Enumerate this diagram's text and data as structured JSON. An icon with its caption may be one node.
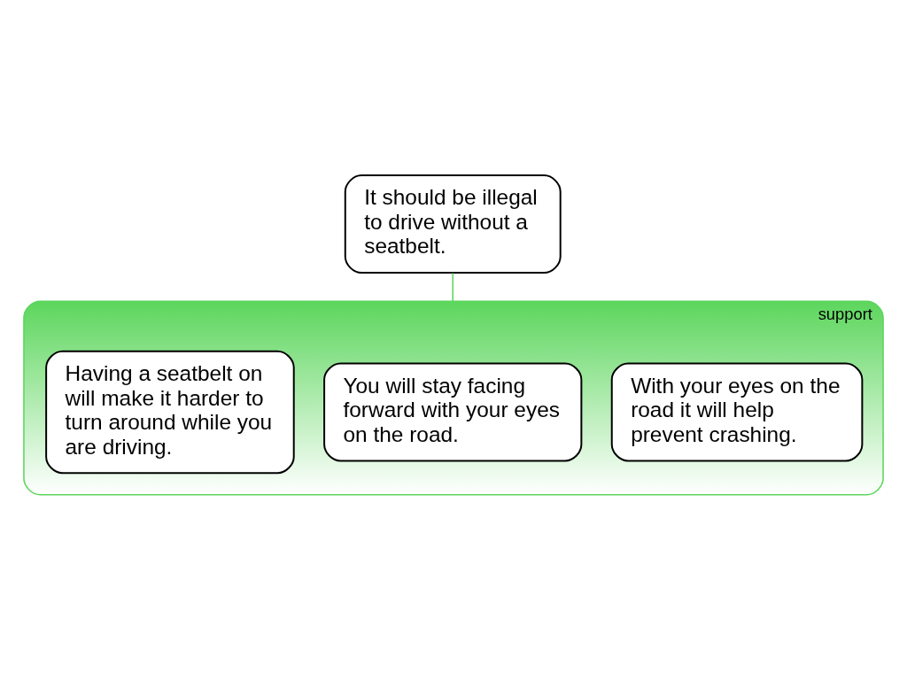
{
  "diagram": {
    "nodes": [
      {
        "text": [
          "It should be illegal to drive without a seatbelt."
        ]
      },
      {
        "text": [
          "support"
        ]
      },
      {
        "text": [
          "Having a seatbelt on will make it harder to turn around while you are driving."
        ],
        "in": 1
      },
      {
        "text": [
          "You will stay facing forward with your eyes on the road."
        ],
        "in": 1
      },
      {
        "text": [
          "With your eyes on the road it will help prevent crashing."
        ],
        "in": 1
      }
    ],
    "edges": [
      {
        "from": 0,
        "to": 1,
        "arrow": "none",
        "color": "#5cd65c"
      }
    ]
  }
}
